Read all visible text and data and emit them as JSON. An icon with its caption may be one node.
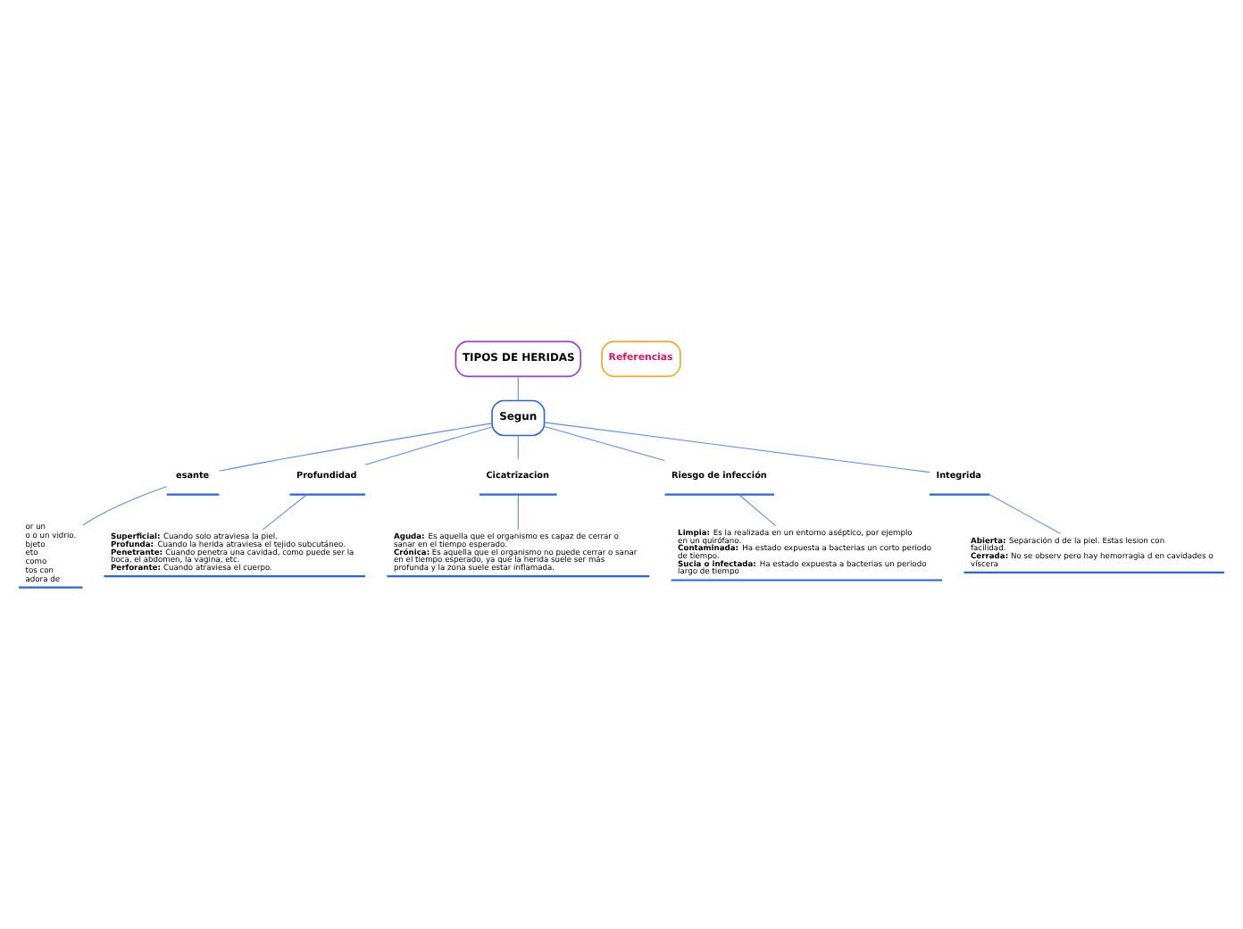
{
  "diagram": {
    "nodes": [
      {
        "text": [
          "TIPOS DE HERIDAS"
        ]
      },
      {
        "text": [
          "Segun"
        ]
      },
      {
        "text": [
          "esante"
        ]
      },
      {
        "text": [
          "Profundidad"
        ]
      },
      {
        "text": [
          "Cicatrizacion"
        ]
      },
      {
        "text": [
          "Riesgo de infección"
        ]
      },
      {
        "text": [
          "Integrida"
        ]
      },
      {
        "text": [
          "or un",
          "o o un vidrio.",
          "bjeto",
          "eto",
          "como",
          "tos con",
          "adora de"
        ]
      },
      {
        "text": [
          "**Superficial:** Cuando solo atraviesa la piel.",
          "**Profunda:** Cuando la herida atraviesa el tejido subcutáneo.",
          "**Penetrante:** Cuando penetra una cavidad, como puede ser la boca, el abdomen, la vagina, etc.",
          "**Perforante:** Cuando atraviesa el cuerpo."
        ]
      },
      {
        "text": [
          "**Aguda:** Es aquella que el organismo es capaz de cerrar o sanar en el tiempo esperado.",
          "**Crónica:** Es aquella que el organismo no puede cerrar o sanar en el tiempo esperado, ya que la herida suele ser más profunda y la zona suele estar inflamada."
        ]
      },
      {
        "text": [
          "**Limpia:** Es la realizada en un entorno aséptico, por ejemplo en un quirófano.",
          "**Contaminada:** Ha estado expuesta a bacterias un corto periodo de tiempo.",
          "**Sucia o infectada:** Ha estado expuesta a bacterias un periodo largo de tiempo"
        ]
      },
      {
        "text": [
          "**Abierta:** Separación d de la piel. Estas lesion con facilidad.",
          "**Cerrada:** No se observ pero hay hemorragia d en cavidades o víscera"
        ]
      },
      {
        "text": [
          "Referencias"
        ]
      }
    ],
    "edges": [
      {
        "from": 0,
        "to": 1,
        "arrow": "none"
      },
      {
        "from": 1,
        "to": 2,
        "arrow": "none"
      },
      {
        "from": 1,
        "to": 3,
        "arrow": "none"
      },
      {
        "from": 1,
        "to": 4,
        "arrow": "none"
      },
      {
        "from": 1,
        "to": 5,
        "arrow": "none"
      },
      {
        "from": 1,
        "to": 6,
        "arrow": "none"
      },
      {
        "from": 2,
        "to": 7,
        "arrow": "none"
      },
      {
        "from": 3,
        "to": 8,
        "arrow": "none"
      },
      {
        "from": 4,
        "to": 9,
        "arrow": "none"
      },
      {
        "from": 5,
        "to": 10,
        "arrow": "none"
      },
      {
        "from": 6,
        "to": 11,
        "arrow": "none"
      }
    ]
  }
}
